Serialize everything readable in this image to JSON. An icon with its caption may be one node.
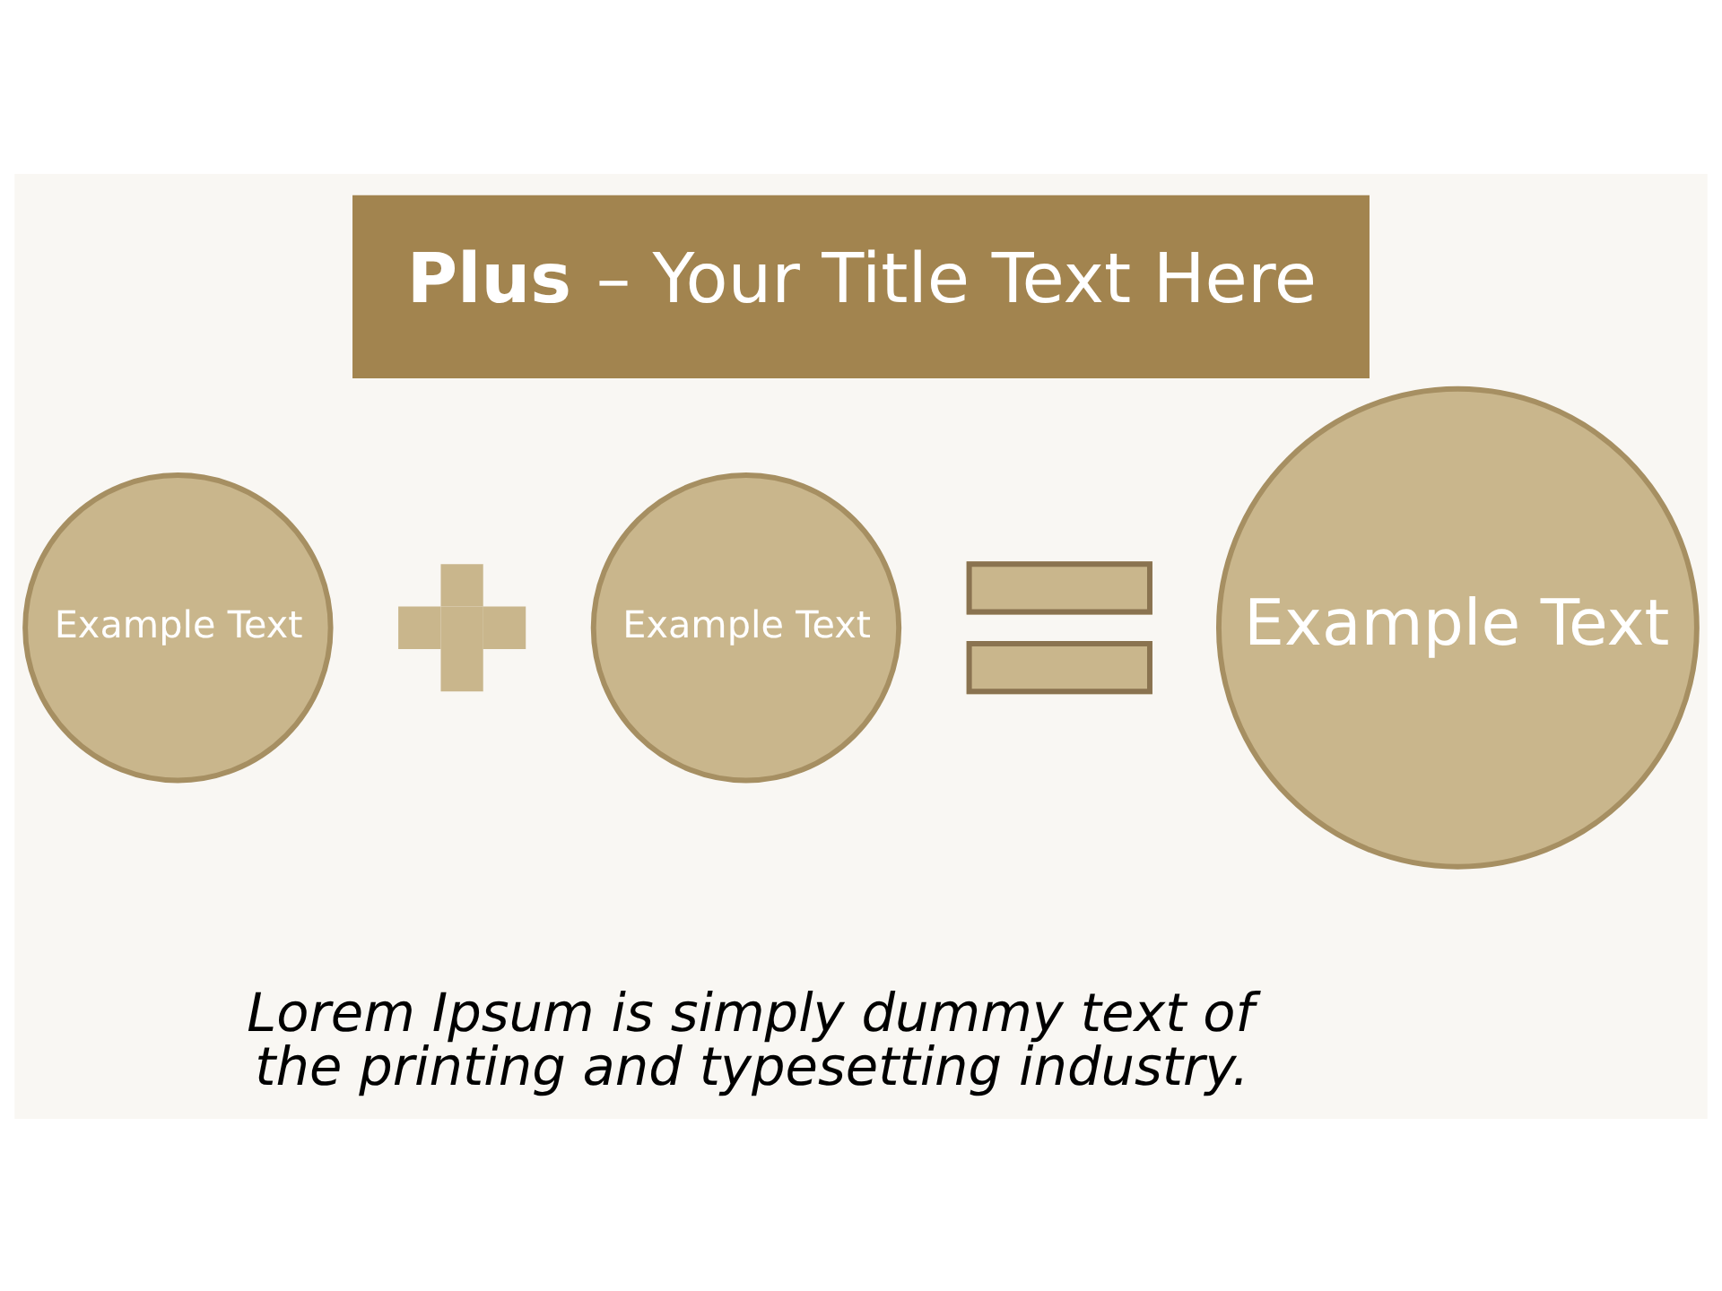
{
  "diagram": {
    "title": "**Plus** – Your Title Text Here",
    "caption": "Lorem Ipsum is simply dummy text of the printing and typesetting industry.",
    "nodes": [
      {
        "text": [
          "Example Text"
        ]
      },
      {
        "text": [],
        "shape": "plus"
      },
      {
        "text": [
          "Example Text"
        ]
      },
      {
        "text": [],
        "shape": "equals"
      },
      {
        "text": [
          "Example Text"
        ]
      }
    ],
    "edges": []
  }
}
